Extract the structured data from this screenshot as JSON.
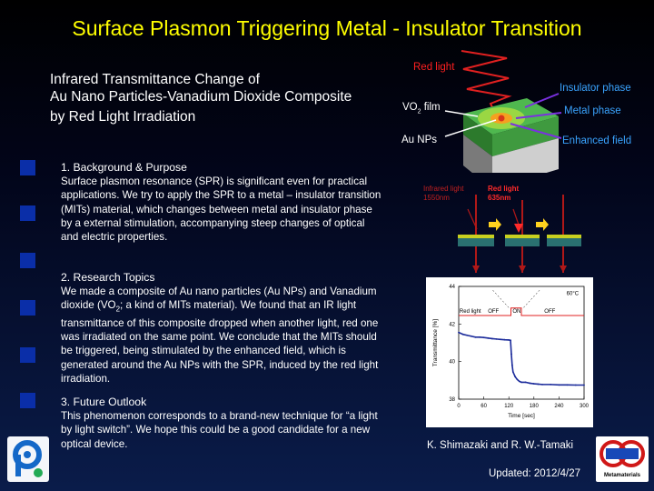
{
  "title": "Surface Plasmon Triggering Metal - Insulator Transition",
  "subtitle": {
    "line1": "Infrared Transmittance Change of",
    "line2": "Au Nano Particles-Vanadium Dioxide Composite",
    "line3": "by Red Light Irradiation"
  },
  "sections": [
    {
      "heading": "1. Background & Purpose",
      "text": "Surface plasmon resonance (SPR) is significant even for practical applications. We try to apply the SPR to a metal – insulator transition (MITs) material, which changes between metal and insulator phase by a external stimulation, accompanying steep changes of optical and electric properties."
    },
    {
      "heading": "2. Research Topics",
      "text_a": "We made a composite of Au nano particles (Au NPs) and Vanadium dioxide (VO",
      "text_sub": "2",
      "text_b": "; a kind of MITs material). We found that an IR light transmittance of this composite dropped when another light, red one was irradiated on the same point. We conclude that the MITs should be triggered, being stimulated by the enhanced field, which is generated around the Au NPs with the SPR, induced by the red light irradiation."
    },
    {
      "heading": "3. Future Outlook",
      "text": "This phenomenon corresponds to a brand-new technique for “a light by light switch”. We hope this could be a good candidate for a new optical device."
    }
  ],
  "diagram": {
    "red_light": "Red light",
    "vo2_prefix": "VO",
    "vo2_sub": "2",
    "vo2_suffix": " film",
    "au_nps": "Au NPs",
    "insulator_phase": "Insulator phase",
    "metal_phase": "Metal phase",
    "enhanced_field": "Enhanced field",
    "infrared_line1": "Infrared light",
    "infrared_line2": "1550nm",
    "red_line1": "Red light",
    "red_line2": "635nm"
  },
  "chart_data": {
    "type": "line",
    "xlabel": "Time [sec]",
    "ylabel": "Transmittance [%]",
    "xlim": [
      0,
      300
    ],
    "ylim": [
      38,
      44
    ],
    "x_ticks": [
      "0",
      "60",
      "120",
      "180",
      "240",
      "300"
    ],
    "y_ticks": [
      "38",
      "40",
      "42",
      "44"
    ],
    "annotations": {
      "temperature": "60°C",
      "red_light": "Red light",
      "off1": "OFF",
      "on": "ON",
      "off2": "OFF"
    },
    "red_light_on_interval": [
      125,
      150
    ],
    "series": [
      {
        "x": [
          0,
          10,
          20,
          30,
          40,
          50,
          60,
          70,
          80,
          90,
          100,
          110,
          120,
          124,
          126,
          128,
          130,
          135,
          140,
          145,
          150,
          160,
          170,
          180,
          190,
          200,
          220,
          240,
          260,
          280,
          300
        ],
        "y": [
          41.55,
          41.45,
          41.4,
          41.35,
          41.3,
          41.3,
          41.28,
          41.25,
          41.22,
          41.2,
          41.18,
          41.16,
          41.15,
          41.13,
          40.4,
          39.8,
          39.45,
          39.2,
          39.05,
          38.95,
          38.9,
          38.9,
          38.85,
          38.82,
          38.8,
          38.78,
          38.78,
          38.76,
          38.76,
          38.75,
          38.75
        ]
      }
    ]
  },
  "credit": "K. Shimazaki and R. W.-Tamaki",
  "updated": "Updated: 2012/4/27",
  "logo_right_text": "Metamaterials"
}
